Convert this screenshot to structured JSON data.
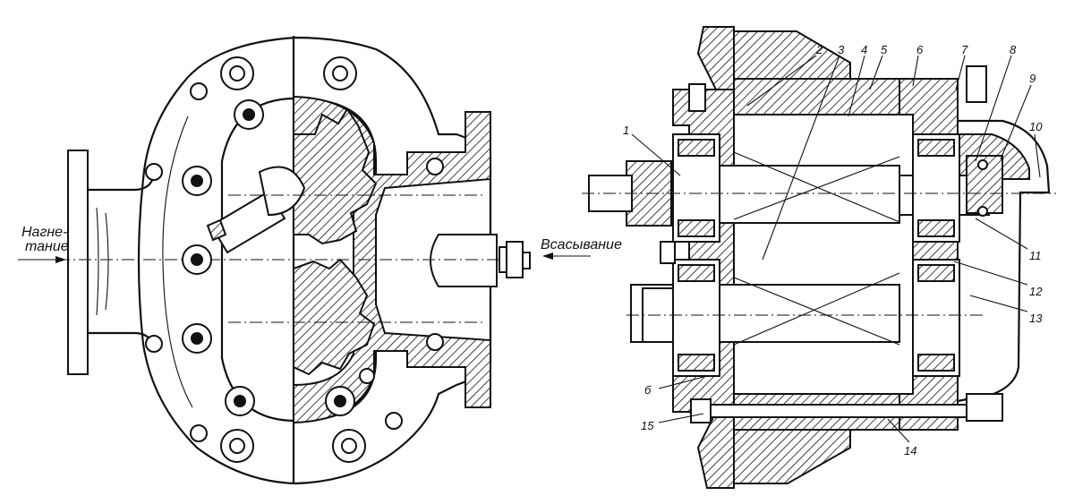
{
  "left_view": {
    "discharge_label_line1": "Нагне-",
    "discharge_label_line2": "тание",
    "suction_label": "Всасывание"
  },
  "right_view": {
    "callouts": [
      "1",
      "2",
      "3",
      "4",
      "5",
      "6",
      "7",
      "8",
      "9",
      "10",
      "11",
      "12",
      "13",
      "б",
      "15",
      "14"
    ]
  }
}
